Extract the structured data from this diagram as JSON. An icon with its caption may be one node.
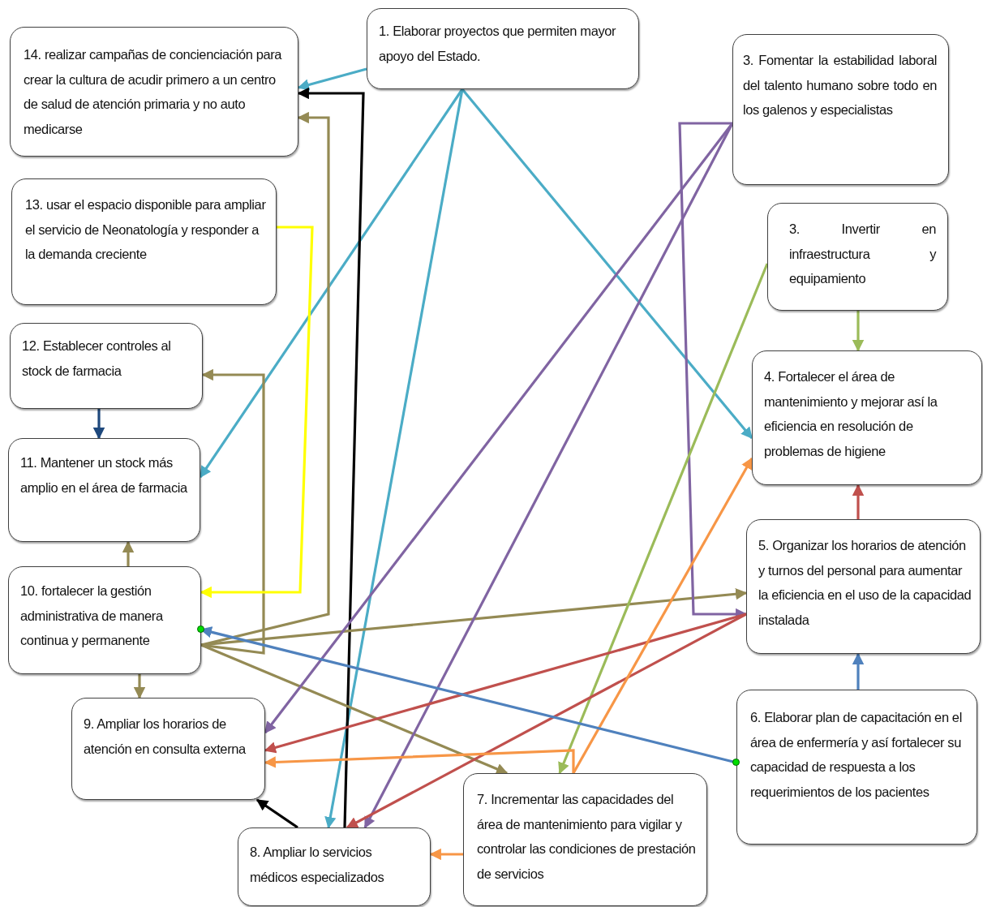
{
  "diagram": {
    "nodes": [
      {
        "text": [
          "14. realizar campañas de concienciación para crear la cultura de acudir primero a un centro de salud de atención primaria y no auto medicarse"
        ]
      },
      {
        "text": [
          "1.  Elaborar proyectos que permiten mayor apoyo del Estado."
        ]
      },
      {
        "text": [
          "3.  Fomentar la estabilidad laboral del talento humano sobre todo en los galenos y especialistas"
        ]
      },
      {
        "text": [
          "13. usar el espacio disponible para ampliar el servicio de Neonatología y responder a la demanda creciente"
        ]
      },
      {
        "text": [
          "3.  Invertir en infraestructura y equipamiento"
        ]
      },
      {
        "text": [
          "12. Establecer controles al stock de farmacia"
        ]
      },
      {
        "text": [
          "4. Fortalecer el área de mantenimiento y mejorar así la eficiencia en resolución de problemas de higiene"
        ]
      },
      {
        "text": [
          "11. Mantener un stock más amplio en el área de farmacia"
        ]
      },
      {
        "text": [
          "5. Organizar los horarios de atención y turnos del personal para aumentar la eficiencia en el uso de la capacidad instalada"
        ]
      },
      {
        "text": [
          "10. fortalecer la gestión administrativa de manera continua y permanente"
        ]
      },
      {
        "text": [
          "9. Ampliar los horarios de atención en consulta externa"
        ]
      },
      {
        "text": [
          "6. Elaborar plan de capacitación en el área de enfermería y así fortalecer su capacidad de respuesta a los requerimientos de los  pacientes"
        ]
      },
      {
        "text": [
          "7. Incrementar  las capacidades del área de mantenimiento para vigilar y controlar las condiciones de prestación de servicios"
        ]
      },
      {
        "text": [
          "8. Ampliar lo servicios médicos  especializados"
        ]
      }
    ],
    "edges": [
      {
        "from": 1,
        "to": 0,
        "arrow": "to",
        "color": "#4bacc6"
      },
      {
        "from": 1,
        "to": 7,
        "arrow": "to",
        "color": "#4bacc6"
      },
      {
        "from": 1,
        "to": 13,
        "arrow": "to",
        "color": "#4bacc6"
      },
      {
        "from": 1,
        "to": 6,
        "arrow": "to",
        "color": "#4bacc6"
      },
      {
        "from": 13,
        "to": 0,
        "arrow": "to",
        "color": "#000000"
      },
      {
        "from": 13,
        "to": 10,
        "arrow": "to",
        "color": "#000000"
      },
      {
        "from": 9,
        "to": 0,
        "arrow": "to"
      },
      {
        "from": 9,
        "to": 5,
        "arrow": "to"
      },
      {
        "from": 9,
        "to": 8,
        "arrow": "to"
      },
      {
        "from": 9,
        "to": 12,
        "arrow": "to"
      },
      {
        "from": 9,
        "to": 7,
        "arrow": "to"
      },
      {
        "from": 9,
        "to": 10,
        "arrow": "to"
      },
      {
        "from": 3,
        "to": 9,
        "arrow": "to",
        "color": "#ffff00"
      },
      {
        "from": 5,
        "to": 7,
        "arrow": "to",
        "color": "#1f497d"
      },
      {
        "from": 2,
        "to": 10,
        "arrow": "to",
        "color": "#8064a2"
      },
      {
        "from": 2,
        "to": 13,
        "arrow": "to",
        "color": "#8064a2"
      },
      {
        "from": 2,
        "to": 8,
        "arrow": "to",
        "color": "#8064a2"
      },
      {
        "from": 4,
        "to": 6,
        "arrow": "to",
        "color": "#9bbb59"
      },
      {
        "from": 4,
        "to": 12,
        "arrow": "to",
        "color": "#9bbb59"
      },
      {
        "from": 8,
        "to": 6,
        "arrow": "to",
        "color": "#c0504d"
      },
      {
        "from": 8,
        "to": 10,
        "arrow": "to",
        "color": "#c0504d"
      },
      {
        "from": 8,
        "to": 13,
        "arrow": "to",
        "color": "#c0504d"
      },
      {
        "from": 12,
        "to": 6,
        "arrow": "to",
        "color": "#f79646"
      },
      {
        "from": 12,
        "to": 10,
        "arrow": "to",
        "color": "#f79646"
      },
      {
        "from": 12,
        "to": 13,
        "arrow": "to",
        "color": "#f79646"
      },
      {
        "from": 11,
        "to": 8,
        "arrow": "to",
        "color": "#4f81bd"
      },
      {
        "from": 11,
        "to": 9,
        "arrow": "to",
        "color": "#4f81bd"
      }
    ]
  }
}
